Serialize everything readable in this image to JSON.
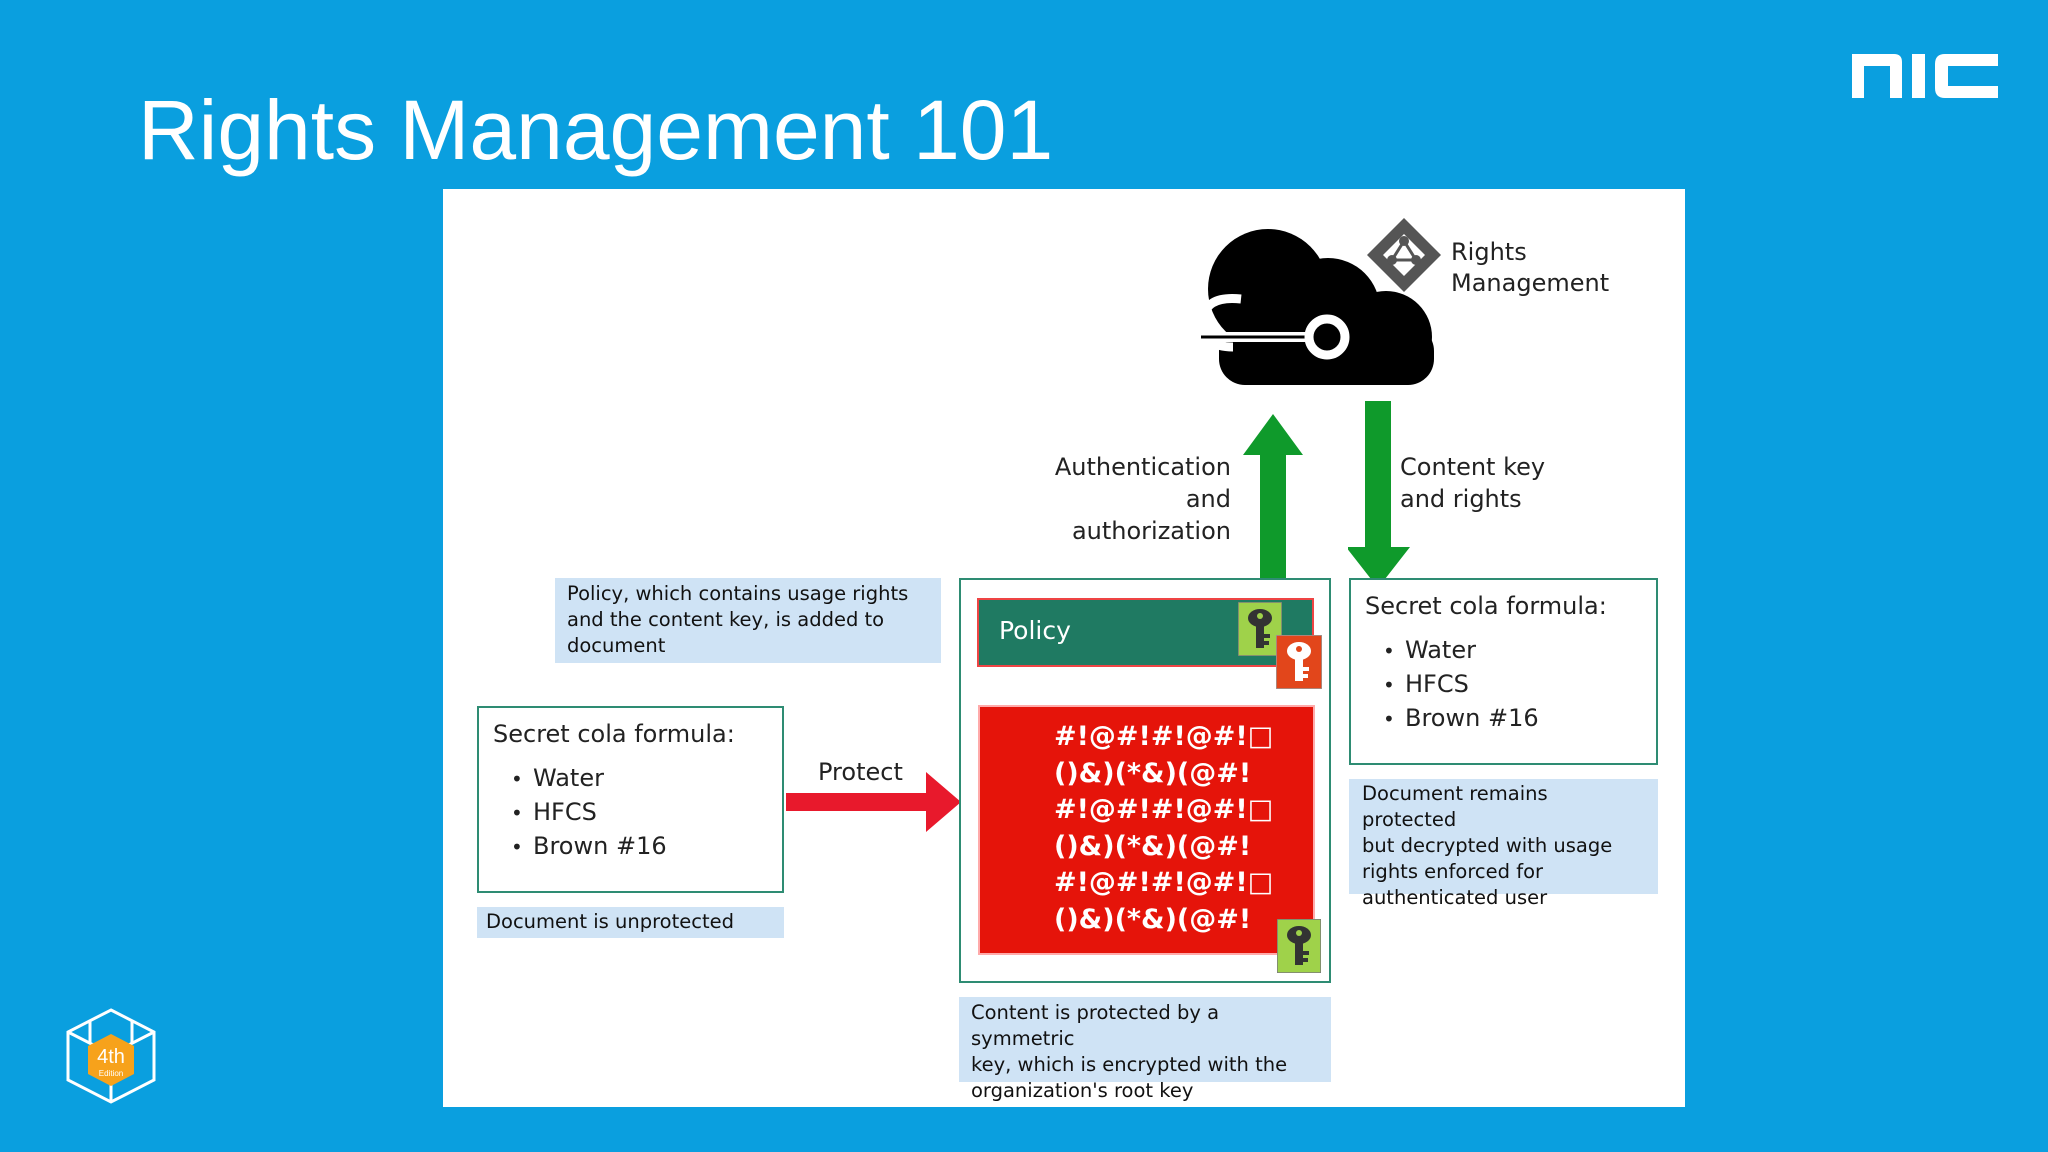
{
  "title": "Rights Management 101",
  "brand": "nic",
  "edition_badge": {
    "line1": "4th",
    "line2": "Edition",
    "color": "#f7a21b"
  },
  "colors": {
    "background": "#0a9fdf",
    "teal": "#1f7a62",
    "red": "#e5140a",
    "arrow_green": "#0f9a2b",
    "arrow_red": "#e8192c",
    "note_blue": "#cfe3f5",
    "key_green": "#9fd24a",
    "key_orange": "#e2461b"
  },
  "service": {
    "icon": "rights-management-icon",
    "line1": "Rights",
    "line2": "Management"
  },
  "arrows": {
    "up_label_1": "Authentication and",
    "up_label_2": "authorization",
    "down_label_1": "Content key",
    "down_label_2": "and rights",
    "protect_label": "Protect"
  },
  "left_doc": {
    "heading": "Secret cola formula:",
    "items": [
      "Water",
      "HFCS",
      "Brown #16"
    ],
    "caption": "Document is unprotected"
  },
  "policy_note": {
    "line1": "Policy, which contains usage rights",
    "line2": "and the content key, is added to",
    "line3": "document"
  },
  "protected_doc": {
    "policy_label": "Policy",
    "cipher_lines": [
      "#!@#!#!@#!□",
      "()&)(*&)(@#!",
      "#!@#!#!@#!□",
      "()&)(*&)(@#!",
      "#!@#!#!@#!□",
      "()&)(*&)(@#!"
    ],
    "caption": {
      "line1": "Content is protected by a symmetric",
      "line2": "key, which is encrypted with the",
      "line3": "organization's root key"
    }
  },
  "right_doc": {
    "heading": "Secret cola formula:",
    "items": [
      "Water",
      "HFCS",
      "Brown #16"
    ],
    "caption": {
      "line1": "Document remains protected",
      "line2": "but decrypted with usage",
      "line3": "rights enforced for",
      "line4": "authenticated user"
    }
  }
}
